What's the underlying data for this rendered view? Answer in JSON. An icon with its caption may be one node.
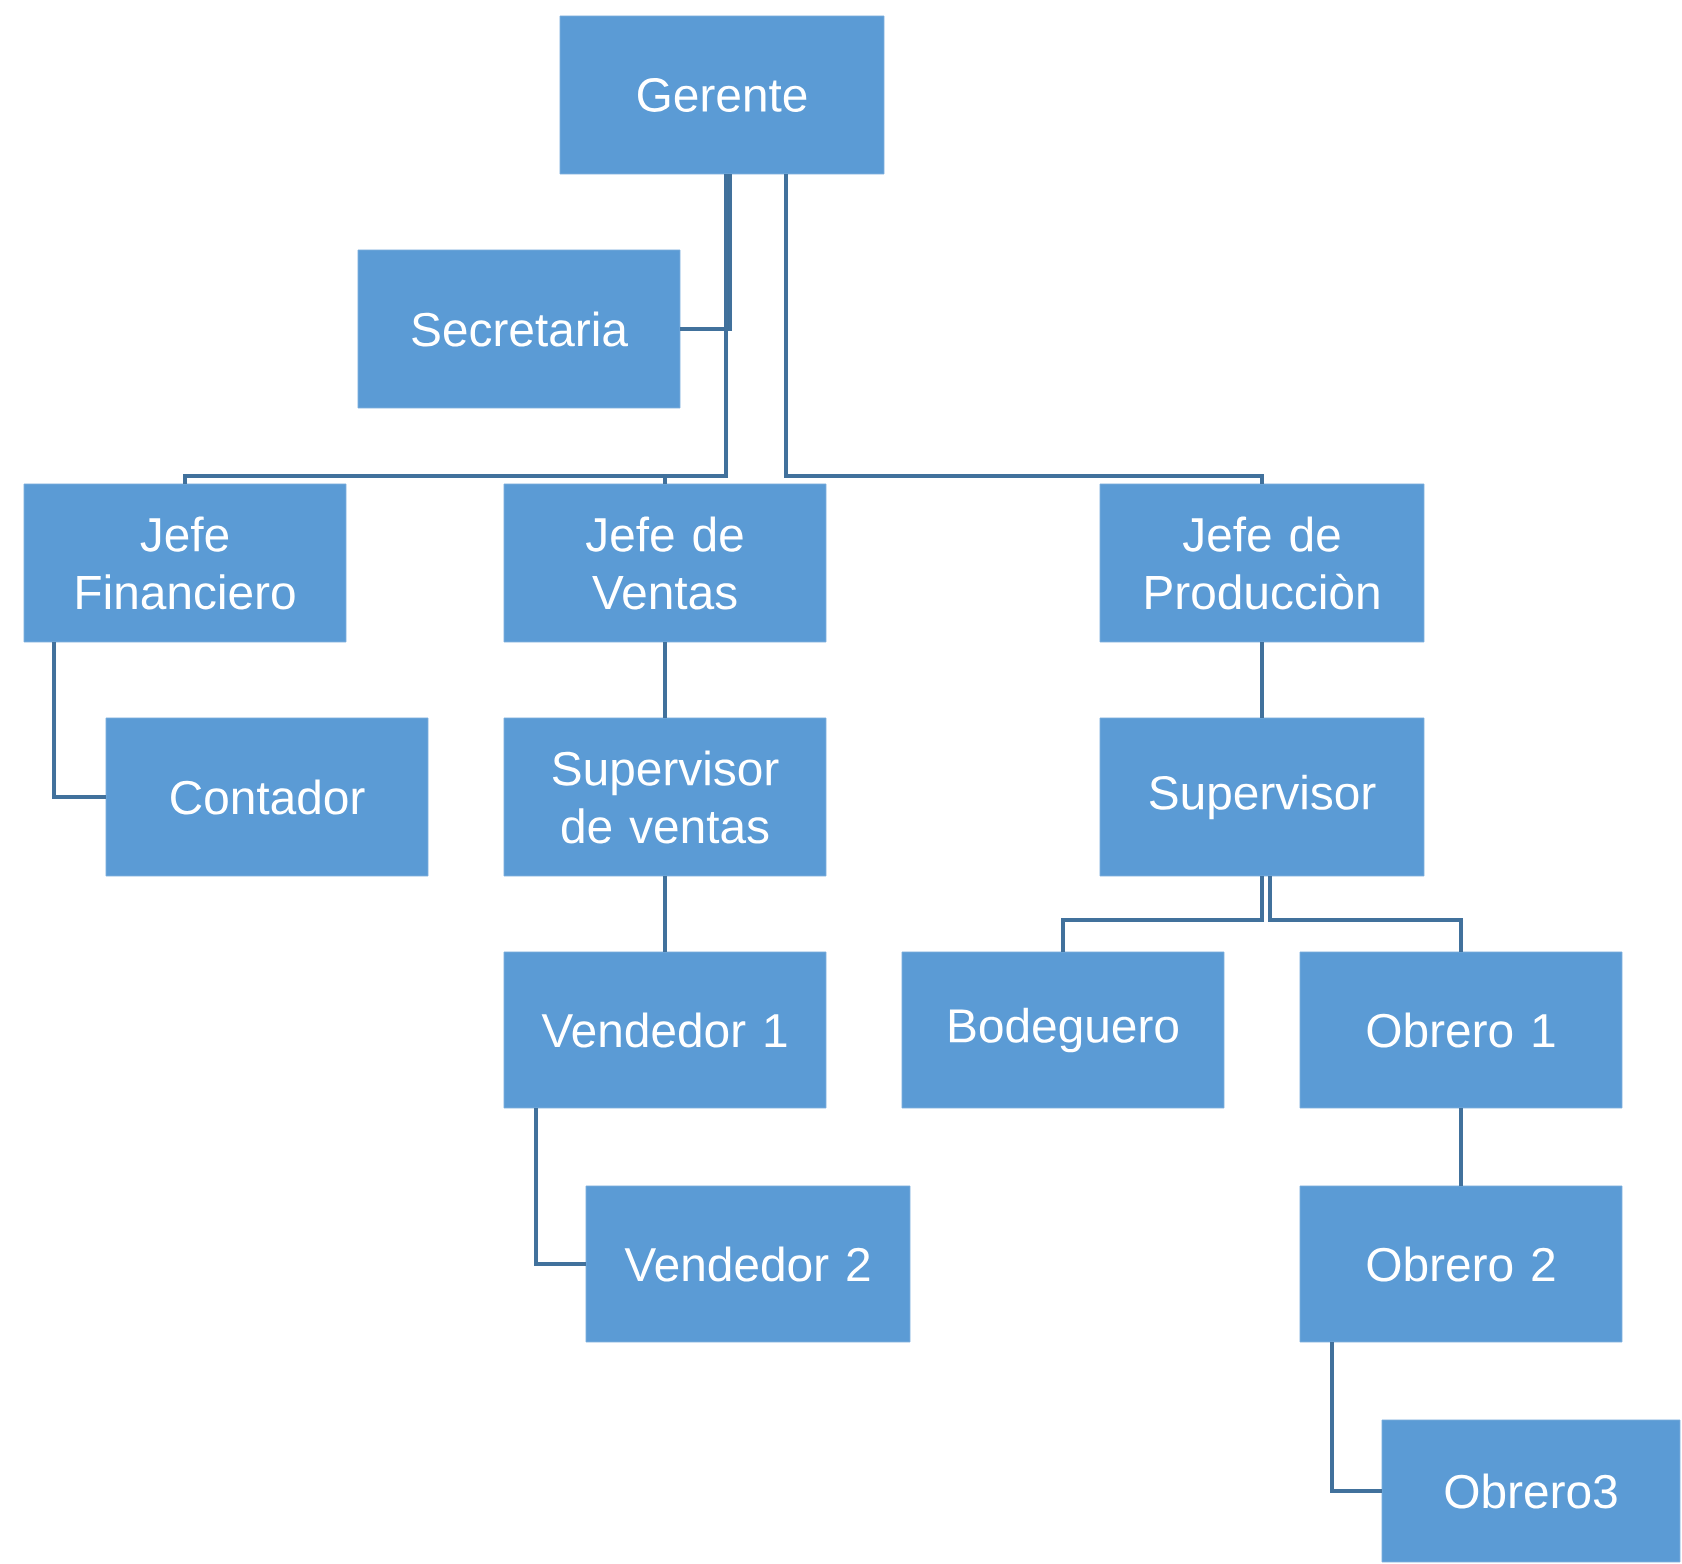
{
  "diagram": {
    "nodes": [
      {
        "text": [
          "Gerente"
        ]
      },
      {
        "text": [
          "Secretaria"
        ]
      },
      {
        "text": [
          "Jefe Financiero"
        ]
      },
      {
        "text": [
          "Jefe de Ventas"
        ]
      },
      {
        "text": [
          "Jefe de Producciòn"
        ]
      },
      {
        "text": [
          "Contador"
        ]
      },
      {
        "text": [
          "Supervisor de ventas"
        ]
      },
      {
        "text": [
          "Supervisor"
        ]
      },
      {
        "text": [
          "Vendedor 1"
        ]
      },
      {
        "text": [
          "Bodeguero"
        ]
      },
      {
        "text": [
          "Obrero 1"
        ]
      },
      {
        "text": [
          "Vendedor 2"
        ]
      },
      {
        "text": [
          "Obrero 2"
        ]
      },
      {
        "text": [
          "Obrero3"
        ]
      }
    ],
    "edges": [
      {
        "from": 0,
        "to": 1,
        "arrow": "none"
      },
      {
        "from": 0,
        "to": 2,
        "arrow": "none"
      },
      {
        "from": 0,
        "to": 3,
        "arrow": "none"
      },
      {
        "from": 0,
        "to": 4,
        "arrow": "none"
      },
      {
        "from": 2,
        "to": 5,
        "arrow": "none"
      },
      {
        "from": 3,
        "to": 6,
        "arrow": "none"
      },
      {
        "from": 4,
        "to": 7,
        "arrow": "none"
      },
      {
        "from": 6,
        "to": 8,
        "arrow": "none"
      },
      {
        "from": 7,
        "to": 9,
        "arrow": "none"
      },
      {
        "from": 7,
        "to": 10,
        "arrow": "none"
      },
      {
        "from": 8,
        "to": 11,
        "arrow": "none"
      },
      {
        "from": 10,
        "to": 12,
        "arrow": "none"
      },
      {
        "from": 12,
        "to": 13,
        "arrow": "none"
      }
    ]
  }
}
